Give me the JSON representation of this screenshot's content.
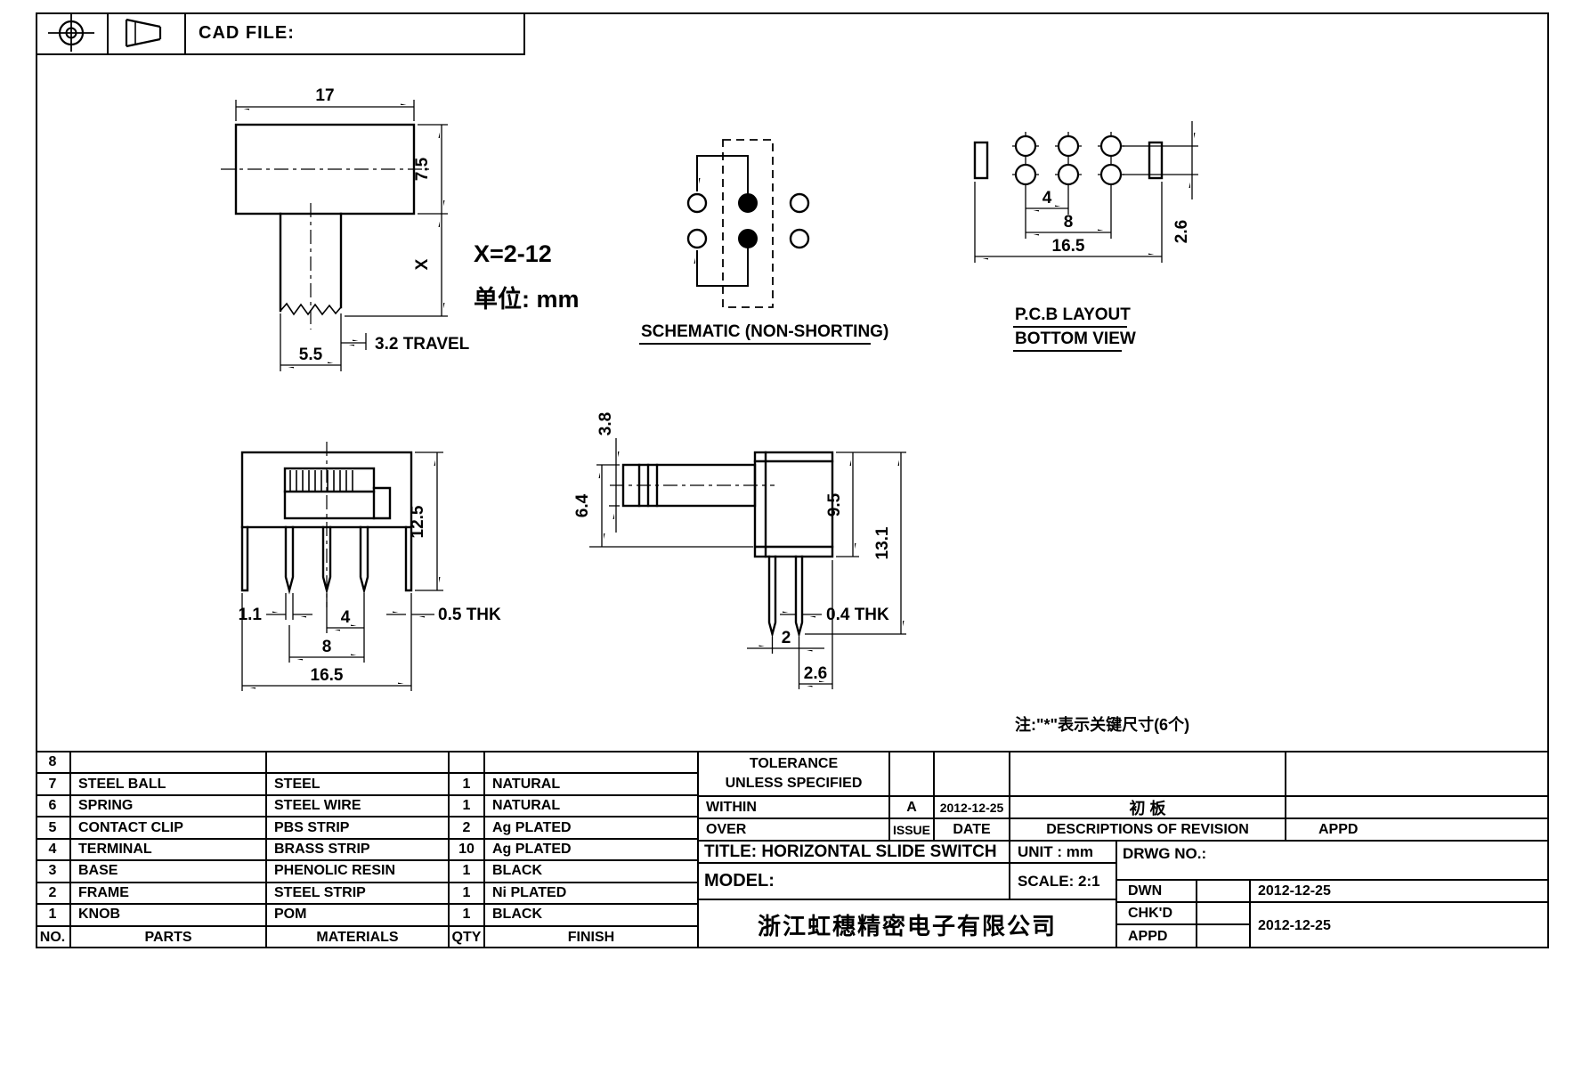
{
  "colors": {
    "ink": "#000000",
    "paper": "#ffffff"
  },
  "header": {
    "cad_file_label": "CAD FILE:"
  },
  "drawing": {
    "front_view": {
      "dim_width": "17",
      "dim_height": "7.5",
      "dim_x": "X",
      "dim_travel": "3.2 TRAVEL",
      "dim_stem": "5.5",
      "x_range": "X=2-12",
      "unit_note": "单位: mm"
    },
    "schematic": {
      "label": "SCHEMATIC (NON-SHORTING)"
    },
    "pcb_layout": {
      "label_line1": "P.C.B LAYOUT",
      "label_line2": "BOTTOM VIEW",
      "dim_pitch": "4",
      "dim_span": "8",
      "dim_width": "16.5",
      "dim_row_gap": "2.6"
    },
    "front_pins_view": {
      "dim_height": "12.5",
      "dim_pin_width": "1.1",
      "dim_pitch": "4",
      "dim_span": "8",
      "dim_width": "16.5",
      "dim_thickness": "0.5 THK"
    },
    "side_view": {
      "dim_knob": "3.8",
      "dim_stem_offset": "6.4",
      "dim_body_height": "9.5",
      "dim_total_height": "13.1",
      "dim_pin_pitch": "2",
      "dim_thickness": "0.4 THK",
      "dim_pin_offset": "2.6"
    },
    "key_note": "注:\"*\"表示关键尺寸(6个)"
  },
  "parts_table": {
    "headers": {
      "no": "NO.",
      "parts": "PARTS",
      "materials": "MATERIALS",
      "qty": "QTY",
      "finish": "FINISH"
    },
    "rows": [
      {
        "no": "8",
        "parts": "",
        "materials": "",
        "qty": "",
        "finish": ""
      },
      {
        "no": "7",
        "parts": "STEEL BALL",
        "materials": "STEEL",
        "qty": "1",
        "finish": "NATURAL"
      },
      {
        "no": "6",
        "parts": "SPRING",
        "materials": "STEEL WIRE",
        "qty": "1",
        "finish": "NATURAL"
      },
      {
        "no": "5",
        "parts": "CONTACT CLIP",
        "materials": "PBS STRIP",
        "qty": "2",
        "finish": "Ag PLATED"
      },
      {
        "no": "4",
        "parts": "TERMINAL",
        "materials": "BRASS STRIP",
        "qty": "10",
        "finish": "Ag PLATED"
      },
      {
        "no": "3",
        "parts": "BASE",
        "materials": "PHENOLIC RESIN",
        "qty": "1",
        "finish": "BLACK"
      },
      {
        "no": "2",
        "parts": "FRAME",
        "materials": "STEEL STRIP",
        "qty": "1",
        "finish": "Ni PLATED"
      },
      {
        "no": "1",
        "parts": "KNOB",
        "materials": "POM",
        "qty": "1",
        "finish": "BLACK"
      }
    ]
  },
  "title_block": {
    "tolerance_line1": "TOLERANCE",
    "tolerance_line2": "UNLESS  SPECIFIED",
    "within": "WITHIN",
    "over": "OVER",
    "issue_value": "A",
    "issue_date": "2012-12-25",
    "revision_desc": "初 板",
    "issue_label": "ISSUE",
    "date_label": "DATE",
    "revision_header": "DESCRIPTIONS  OF  REVISION",
    "appd_header": "APPD",
    "title": "TITLE:  HORIZONTAL  SLIDE  SWITCH",
    "unit": "UNIT : mm",
    "drwg_no": "DRWG NO.:",
    "model": "MODEL:",
    "scale": "SCALE: 2:1",
    "dwn_label": "DWN",
    "chkd_label": "CHK'D",
    "appd_label": "APPD",
    "dwn_date": "2012-12-25",
    "review_date": "2012-12-25",
    "company": "浙江虹穗精密电子有限公司"
  }
}
